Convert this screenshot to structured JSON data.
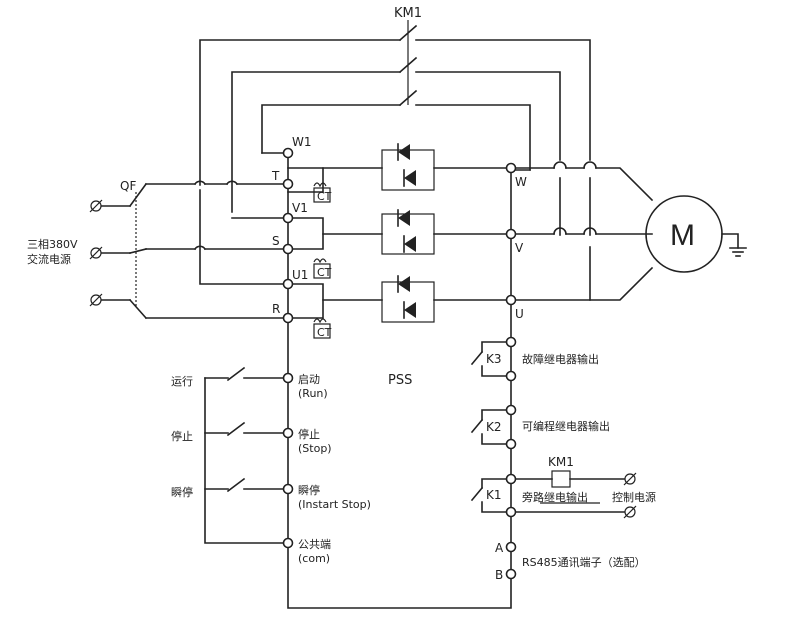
{
  "contactor": {
    "main_label": "KM1",
    "coil_label": "KM1"
  },
  "breaker": {
    "label": "QF"
  },
  "supply": {
    "line1": "三相380V",
    "line2": "交流电源"
  },
  "motor": {
    "symbol": "M"
  },
  "device": {
    "label": "PSS"
  },
  "phases_in": {
    "t": "T",
    "s": "S",
    "r": "R"
  },
  "phases_bypass": {
    "w1": "W1",
    "v1": "V1",
    "u1": "U1"
  },
  "phases_out": {
    "w": "W",
    "v": "V",
    "u": "U"
  },
  "ct": {
    "label": "CT"
  },
  "switches": {
    "run": "运行",
    "stop": "停止",
    "instant": "瞬停"
  },
  "inputs": {
    "run_cn": "启动",
    "run_en": "(Run)",
    "stop_cn": "停止",
    "stop_en": "(Stop)",
    "instant_cn": "瞬停",
    "instant_en": "(Instart Stop)",
    "com_cn": "公共端",
    "com_en": "(com)"
  },
  "relays": {
    "k3": "K3",
    "k3_desc": "故障继电器输出",
    "k2": "K2",
    "k2_desc": "可编程继电器输出",
    "k1": "K1",
    "k1_desc": "旁路继电输出",
    "control_power": "控制电源"
  },
  "rs485": {
    "a": "A",
    "b": "B",
    "desc": "RS485通讯端子（选配）"
  }
}
